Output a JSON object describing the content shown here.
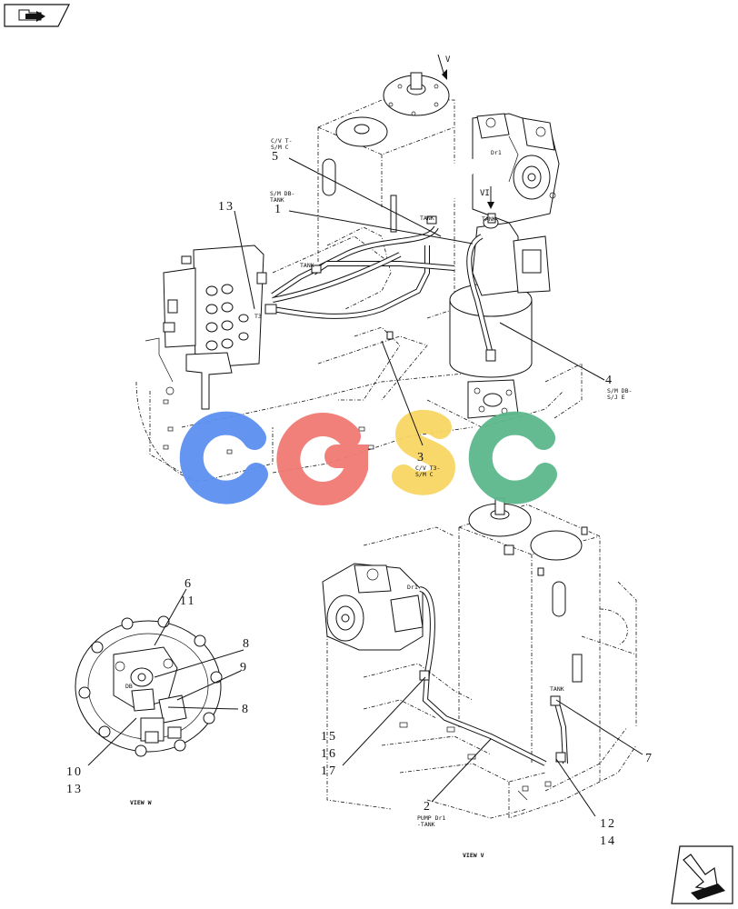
{
  "labels": {
    "c1": "1",
    "c2": "2",
    "c3": "3",
    "c4": "4",
    "c5": "5",
    "c6": "6",
    "c7": "7",
    "c8a": "8",
    "c8b": "8",
    "c9": "9",
    "c10": "10",
    "c11": "11",
    "c12": "12",
    "c13a": "13",
    "c13b": "13",
    "c14": "14",
    "c15": "15",
    "c16": "16",
    "c17": "17"
  },
  "tags": {
    "cv_t_1": "C/V T-",
    "cv_t_2": "S/M C",
    "sm_db_tank_1": "S/M DB-",
    "sm_db_tank_2": "TANK",
    "tank_a": "TANK",
    "tank_b": "TANK",
    "tank_c": "TANK",
    "dr1_a": "Dr1",
    "dr1_b": "Dr1",
    "t3": "T3",
    "sm_db_sj_1": "S/M DB-",
    "sm_db_sj_2": "S/J E",
    "cv_t3_1": "C/V T3-",
    "cv_t3_2": "S/M C",
    "pump_dr1_1": "PUMP Dr1",
    "pump_dr1_2": "-TANK",
    "db": "DB"
  },
  "views": {
    "view_v_arrow": "V",
    "view_vi_arrow": "VI",
    "view_w": "VIEW W",
    "view_v": "VIEW V"
  },
  "watermark": {
    "letters": [
      "C",
      "G",
      "S",
      "C"
    ],
    "colors": [
      "#5b8ff0",
      "#f07a72",
      "#f8d664",
      "#5cb88d"
    ]
  },
  "icons": {
    "top_left": "folder-arrow-icon",
    "bottom_right": "next-page-arrow-icon"
  }
}
